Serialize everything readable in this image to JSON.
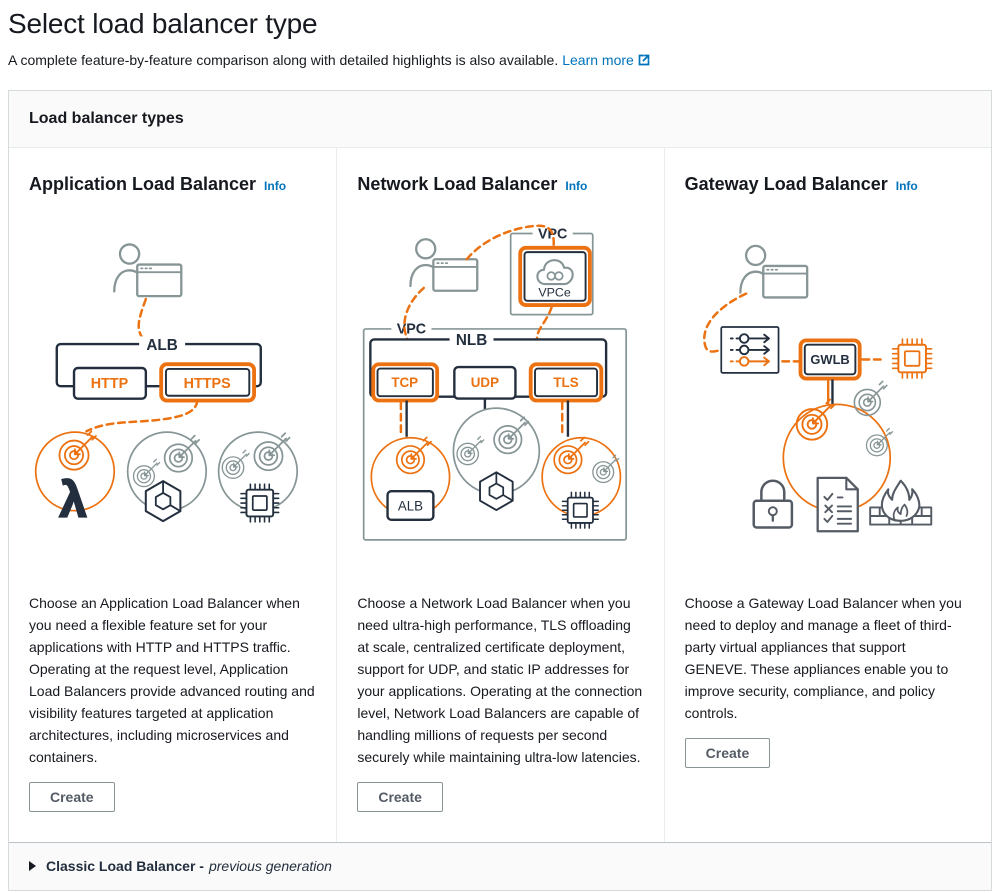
{
  "header": {
    "title": "Select load balancer type",
    "subtitle": "A complete feature-by-feature comparison along with detailed highlights is also available.",
    "learn_more_label": "Learn more"
  },
  "panel": {
    "title": "Load balancer types",
    "classic": {
      "name": "Classic Load Balancer -",
      "suffix": "previous generation"
    }
  },
  "icons": {
    "lambda": "λ"
  },
  "colors": {
    "accent_orange": "#ec7211",
    "link_blue": "#0073bb",
    "dark_navy": "#232f3e",
    "icon_gray": "#879596"
  },
  "cards": [
    {
      "title": "Application Load Balancer",
      "info_label": "Info",
      "labels": {
        "lb": "ALB",
        "p1": "HTTP",
        "p2": "HTTPS"
      },
      "description": "Choose an Application Load Balancer when you need a flexible feature set for your applications with HTTP and HTTPS traffic. Operating at the request level, Application Load Balancers provide advanced routing and visibility features targeted at application architectures, including microservices and containers.",
      "create_label": "Create"
    },
    {
      "title": "Network Load Balancer",
      "info_label": "Info",
      "labels": {
        "vpc_endpoint": "VPC",
        "vpce": "VPCe",
        "vpc": "VPC",
        "lb": "NLB",
        "p1": "TCP",
        "p2": "UDP",
        "p3": "TLS",
        "target": "ALB"
      },
      "description": "Choose a Network Load Balancer when you need ultra-high performance, TLS offloading at scale, centralized certificate deployment, support for UDP, and static IP addresses for your applications. Operating at the connection level, Network Load Balancers are capable of handling millions of requests per second securely while maintaining ultra-low latencies.",
      "create_label": "Create"
    },
    {
      "title": "Gateway Load Balancer",
      "info_label": "Info",
      "labels": {
        "lb": "GWLB"
      },
      "description": "Choose a Gateway Load Balancer when you need to deploy and manage a fleet of third-party virtual appliances that support GENEVE. These appliances enable you to improve security, compliance, and policy controls.",
      "create_label": "Create"
    }
  ]
}
